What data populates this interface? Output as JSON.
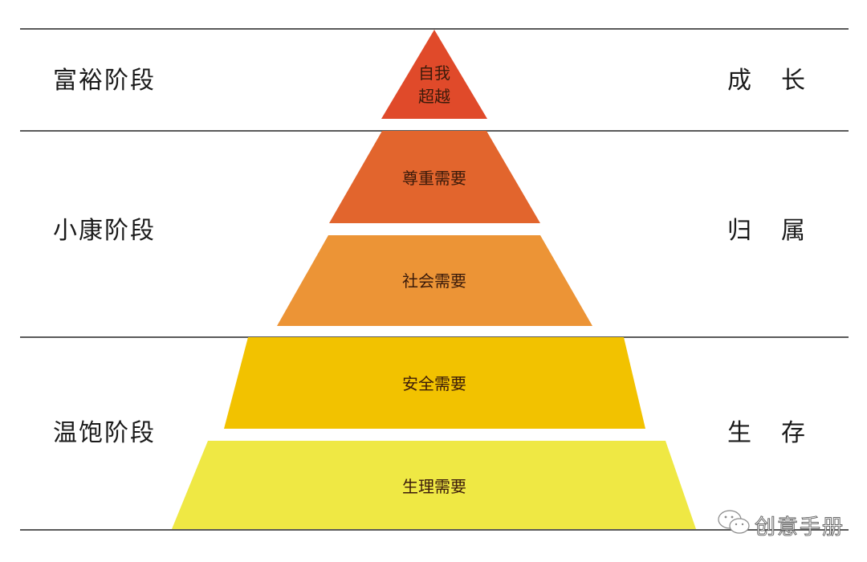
{
  "diagram": {
    "type": "pyramid",
    "layers": [
      {
        "id": "self-transcendence",
        "label_lines": [
          "自我",
          "超越"
        ],
        "color": "#e04a2a"
      },
      {
        "id": "esteem",
        "label_lines": [
          "尊重需要"
        ],
        "color": "#e2652d"
      },
      {
        "id": "social",
        "label_lines": [
          "社会需要"
        ],
        "color": "#ec9436"
      },
      {
        "id": "safety",
        "label_lines": [
          "安全需要"
        ],
        "color": "#f2c200"
      },
      {
        "id": "physiological",
        "label_lines": [
          "生理需要"
        ],
        "color": "#efe844"
      }
    ],
    "stages": [
      {
        "label": "富裕阶段",
        "outcome": [
          "成",
          "长"
        ]
      },
      {
        "label": "小康阶段",
        "outcome": [
          "归",
          "属"
        ]
      },
      {
        "label": "温饱阶段",
        "outcome": [
          "生",
          "存"
        ]
      }
    ],
    "line_color": "#5a5a5a",
    "text_color": "#1a1a1a"
  },
  "watermark": {
    "text": "创意手册",
    "icon": "wechat-icon"
  }
}
